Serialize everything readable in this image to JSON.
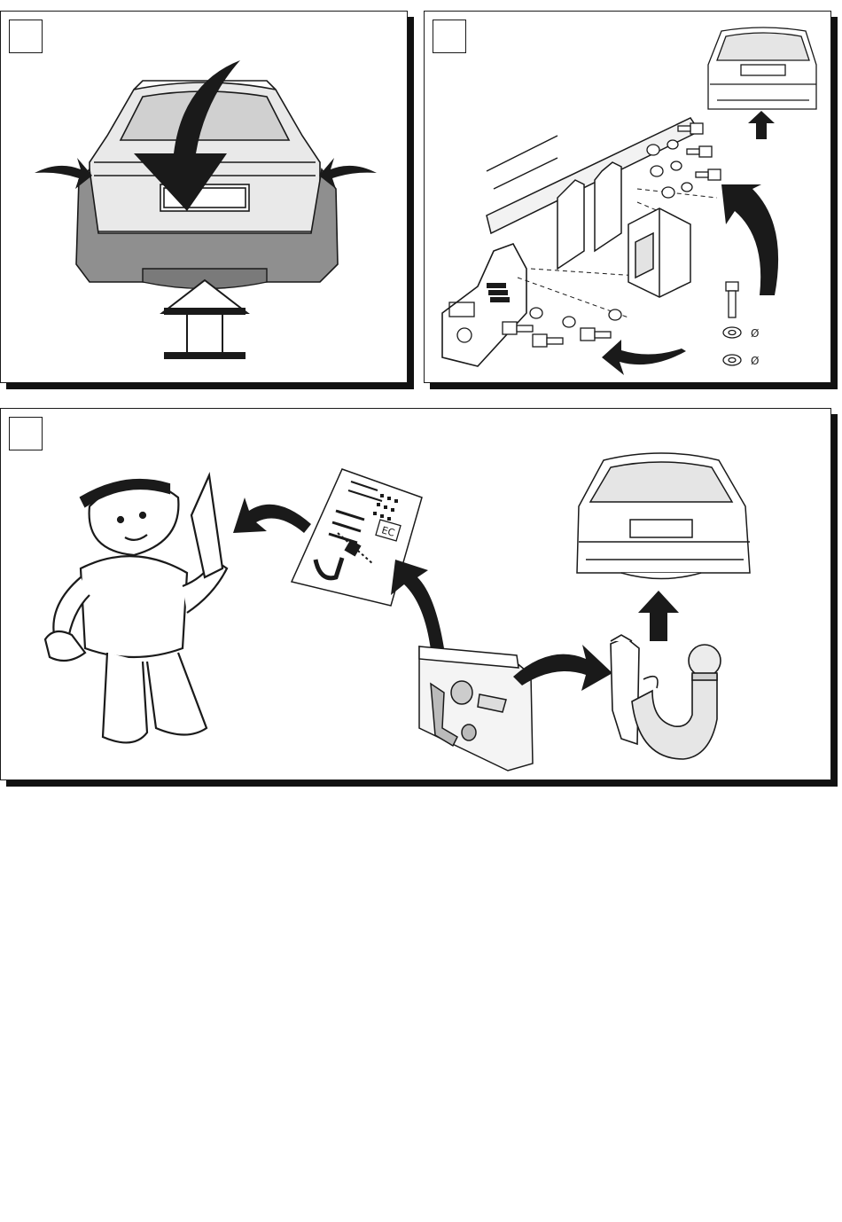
{
  "panels": [
    {
      "id": "panel-1",
      "step_label": ""
    },
    {
      "id": "panel-2",
      "step_label": "",
      "washer_symbol": "Ø"
    },
    {
      "id": "panel-3",
      "step_label": "",
      "sheet_mark": "EC"
    }
  ],
  "colors": {
    "ink": "#111111",
    "bumper_gray": "#8f8f8f",
    "light_gray": "#d6d6d6",
    "panel_shadow": "#111111"
  },
  "icons": [
    "curved-arrow-icon",
    "down-arrow-icon",
    "up-arrow-icon",
    "washer-icon",
    "bolt-icon",
    "tow-ball-icon",
    "kit-bag-icon",
    "instruction-sheet-icon",
    "mechanic-figure"
  ]
}
